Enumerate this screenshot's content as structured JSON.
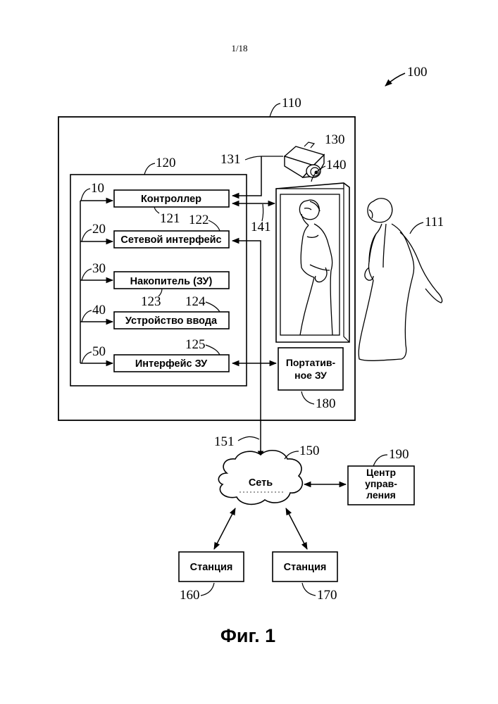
{
  "page_number": "1/18",
  "figure_caption": "Фиг. 1",
  "refs": {
    "system": "100",
    "enclosure": "110",
    "apparatus": "120",
    "camera": "130",
    "camera_link": "131",
    "display": "140",
    "display_link": "141",
    "user": "111",
    "network_link": "151",
    "network": "150",
    "station_a": "160",
    "station_b": "170",
    "portable_storage": "180",
    "control_center": "190",
    "controller": "121",
    "network_interface": "122",
    "storage": "123",
    "input_device": "124",
    "storage_interface": "125",
    "bus_10": "10",
    "bus_20": "20",
    "bus_30": "30",
    "bus_40": "40",
    "bus_50": "50"
  },
  "blocks": {
    "controller": "Контроллер",
    "network_interface": "Сетевой интерфейс",
    "storage": "Накопитель (ЗУ)",
    "input_device": "Устройство ввода",
    "storage_interface": "Интерфейс ЗУ",
    "portable_storage_line1": "Портатив-",
    "portable_storage_line2": "ное ЗУ",
    "network": "Сеть",
    "control_center_line1": "Центр",
    "control_center_line2": "управ-",
    "control_center_line3": "ления",
    "station_a": "Станция",
    "station_b": "Станция"
  }
}
